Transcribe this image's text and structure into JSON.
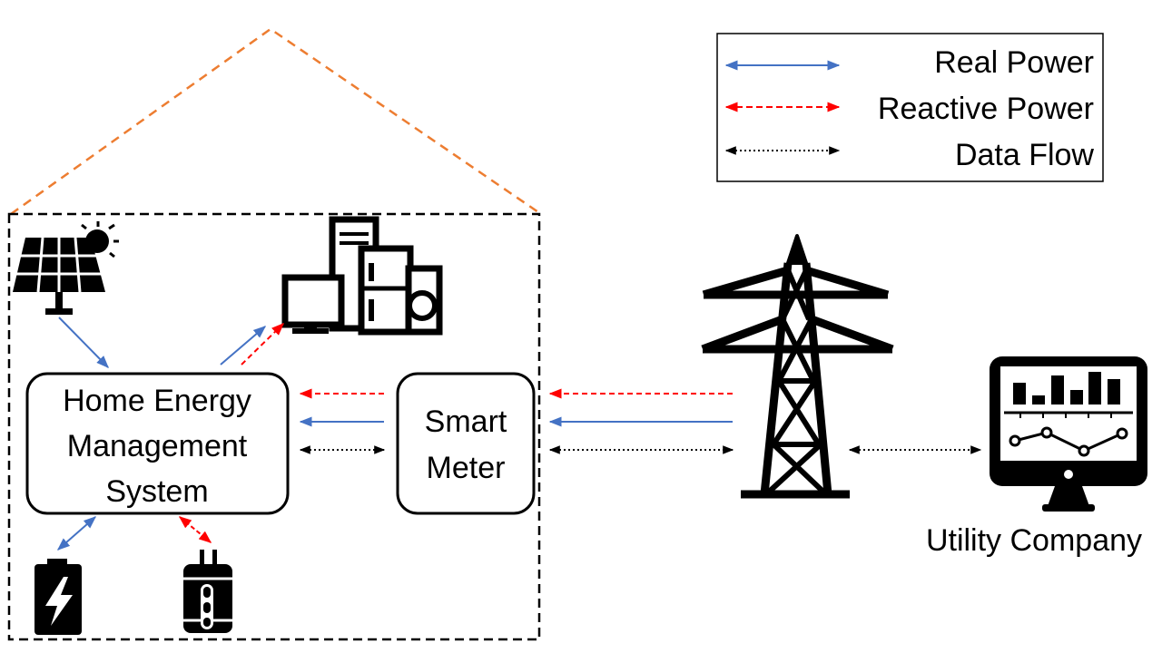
{
  "legend": {
    "real_power": "Real Power",
    "reactive_power": "Reactive Power",
    "data_flow": "Data Flow"
  },
  "hems": {
    "line1": "Home Energy",
    "line2": "Management",
    "line3": "System"
  },
  "smart_meter": {
    "line1": "Smart",
    "line2": "Meter"
  },
  "utility": {
    "label": "Utility Company"
  },
  "colors": {
    "real_power": "#4472C4",
    "reactive_power": "#FF0000",
    "data_flow": "#000000",
    "roof": "#ED7D31",
    "house_border": "#000000"
  },
  "icons": [
    "solar-panel-icon",
    "appliances-icon",
    "battery-icon",
    "capacitor-icon",
    "transmission-tower-icon",
    "monitor-chart-icon"
  ]
}
